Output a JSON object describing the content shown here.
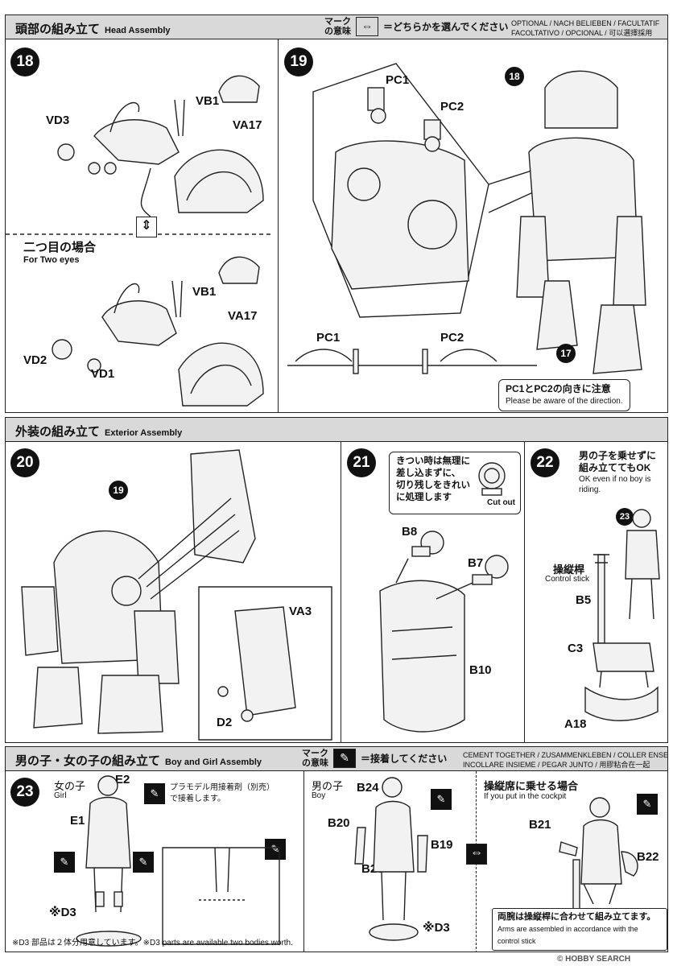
{
  "head_section": {
    "title_jp": "頭部の組み立て",
    "title_en": "Head Assembly",
    "mark_label": "マーク\nの意味",
    "mark_text": "＝どちらかを選んでください",
    "optional_line1": "OPTIONAL / NACH BELIEBEN / FACULTATIF",
    "optional_line2": "FACOLTATIVO / OPCIONAL / 可以選擇採用",
    "step18": "18",
    "step19": "19",
    "labels18": {
      "vd3": "VD3",
      "vb1": "VB1",
      "va17": "VA17"
    },
    "two_eyes_jp": "二つ目の場合",
    "two_eyes_en": "For Two eyes",
    "labels18b": {
      "vb1": "VB1",
      "va17": "VA17",
      "vd2": "VD2",
      "vd1": "VD1"
    },
    "labels19": {
      "pc1": "PC1",
      "pc2": "PC2",
      "ref18": "18",
      "ref17": "17",
      "pc1b": "PC1",
      "pc2b": "PC2"
    },
    "note19_jp": "PC1とPC2の向きに注意",
    "note19_en": "Please be aware of the direction."
  },
  "exterior_section": {
    "title_jp": "外装の組み立て",
    "title_en": "Exterior Assembly",
    "step20": "20",
    "step21": "21",
    "step22": "22",
    "labels20": {
      "ref19": "19",
      "va3": "VA3",
      "d2": "D2"
    },
    "note21_jp": "きつい時は無理に\n差し込まずに、\n切り残しをきれい\nに処理します",
    "cut_out": "Cut out",
    "labels21": {
      "b8": "B8",
      "b7": "B7",
      "b10": "B10"
    },
    "note22_jp": "男の子を乗せずに\n組み立ててもOK",
    "note22_en": "OK even if no boy is\nriding.",
    "labels22": {
      "ref23": "23",
      "stick_jp": "操縦桿",
      "stick_en": "Control stick",
      "b5": "B5",
      "c3": "C3",
      "a18": "A18"
    }
  },
  "figure_section": {
    "title_jp": "男の子・女の子の組み立て",
    "title_en": "Boy and Girl Assembly",
    "mark_label": "マーク\nの意味",
    "mark_text": "＝接着してください",
    "cement_line1": "CEMENT TOGETHER / ZUSAMMENKLEBEN / COLLER ENSEMBLE",
    "cement_line2": "INCOLLARE INSIEME / PEGAR JUNTO / 用膠粘合在一起",
    "step23": "23",
    "girl_jp": "女の子",
    "girl_en": "Girl",
    "girl_labels": {
      "e2": "E2",
      "e1": "E1",
      "d3": "※D3"
    },
    "glue_note": "プラモデル用接着剤（別売）\nで接着します。",
    "boy_jp": "男の子",
    "boy_en": "Boy",
    "boy_labels": {
      "b24": "B24",
      "b20": "B20",
      "b19": "B19",
      "b23": "B23",
      "d3": "※D3"
    },
    "cockpit_jp": "操縦席に乗せる場合",
    "cockpit_en": "If you put in the cockpit",
    "cockpit_labels": {
      "b21": "B21",
      "b22": "B22"
    },
    "cockpit_note_jp": "両腕は操縦桿に合わせて組み立てます。",
    "cockpit_note_en": "Arms are assembled in accordance with the control stick",
    "footnote": "※D3 部品は２体分用意しています。※D3 parts are available two bodies worth."
  },
  "watermark": "© HOBBY SEARCH"
}
